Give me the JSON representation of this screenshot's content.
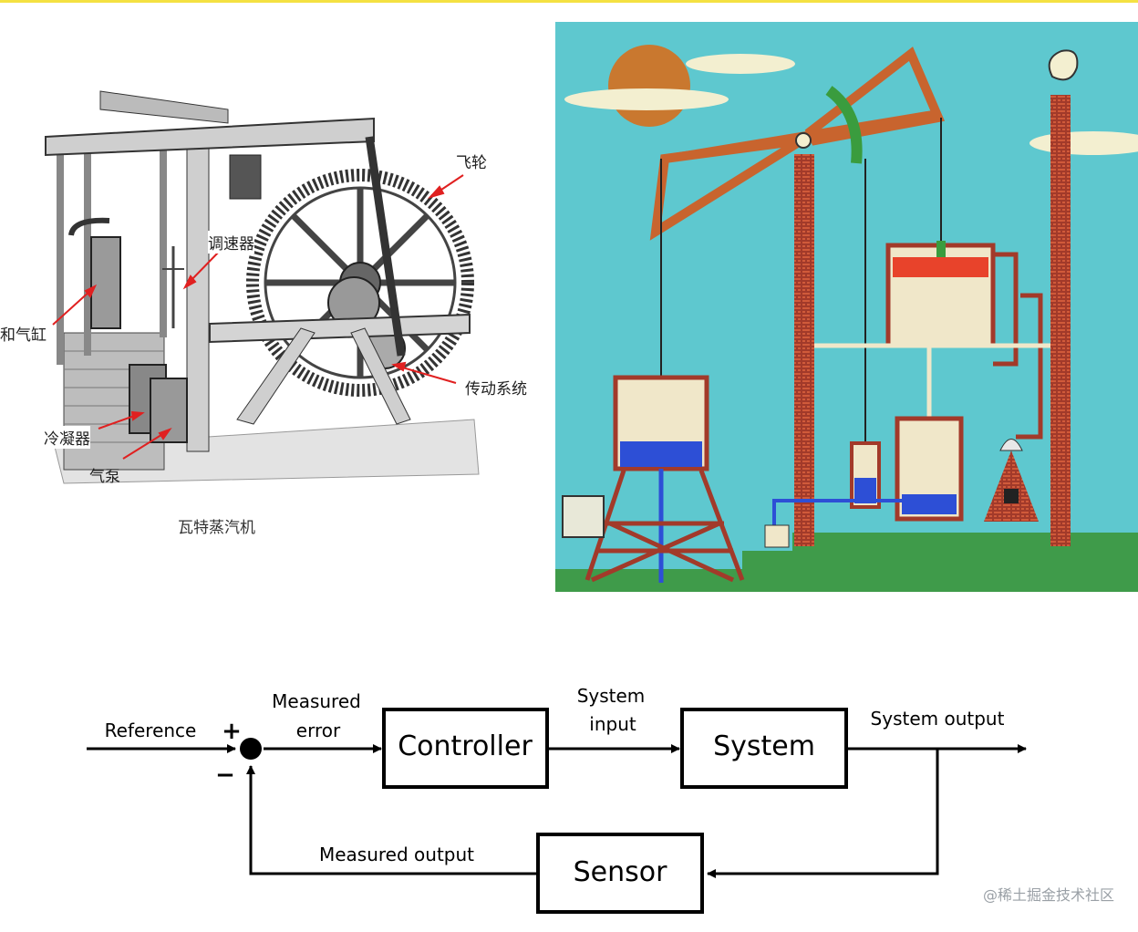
{
  "engraving": {
    "labels": {
      "flywheel": "飞轮",
      "governor": "调速器",
      "cylinder": "和气缸",
      "transmission": "传动系统",
      "condenser": "冷凝器",
      "air_pump": "气泵"
    },
    "caption": "瓦特蒸汽机"
  },
  "block_diagram": {
    "reference": "Reference",
    "plus": "+",
    "minus": "−",
    "measured_error_line1": "Measured",
    "measured_error_line2": "error",
    "controller": "Controller",
    "system_input_line1": "System",
    "system_input_line2": "input",
    "system": "System",
    "system_output": "System output",
    "sensor": "Sensor",
    "measured_output": "Measured output"
  },
  "watermark": "@稀土掘金技术社区",
  "colors": {
    "sky": "#5ec8cf",
    "brick": "#a23a2a",
    "ground": "#3f9b4a",
    "water": "#2d4fd6",
    "beam": "#c8642e",
    "accent_line": "#f4e142"
  }
}
